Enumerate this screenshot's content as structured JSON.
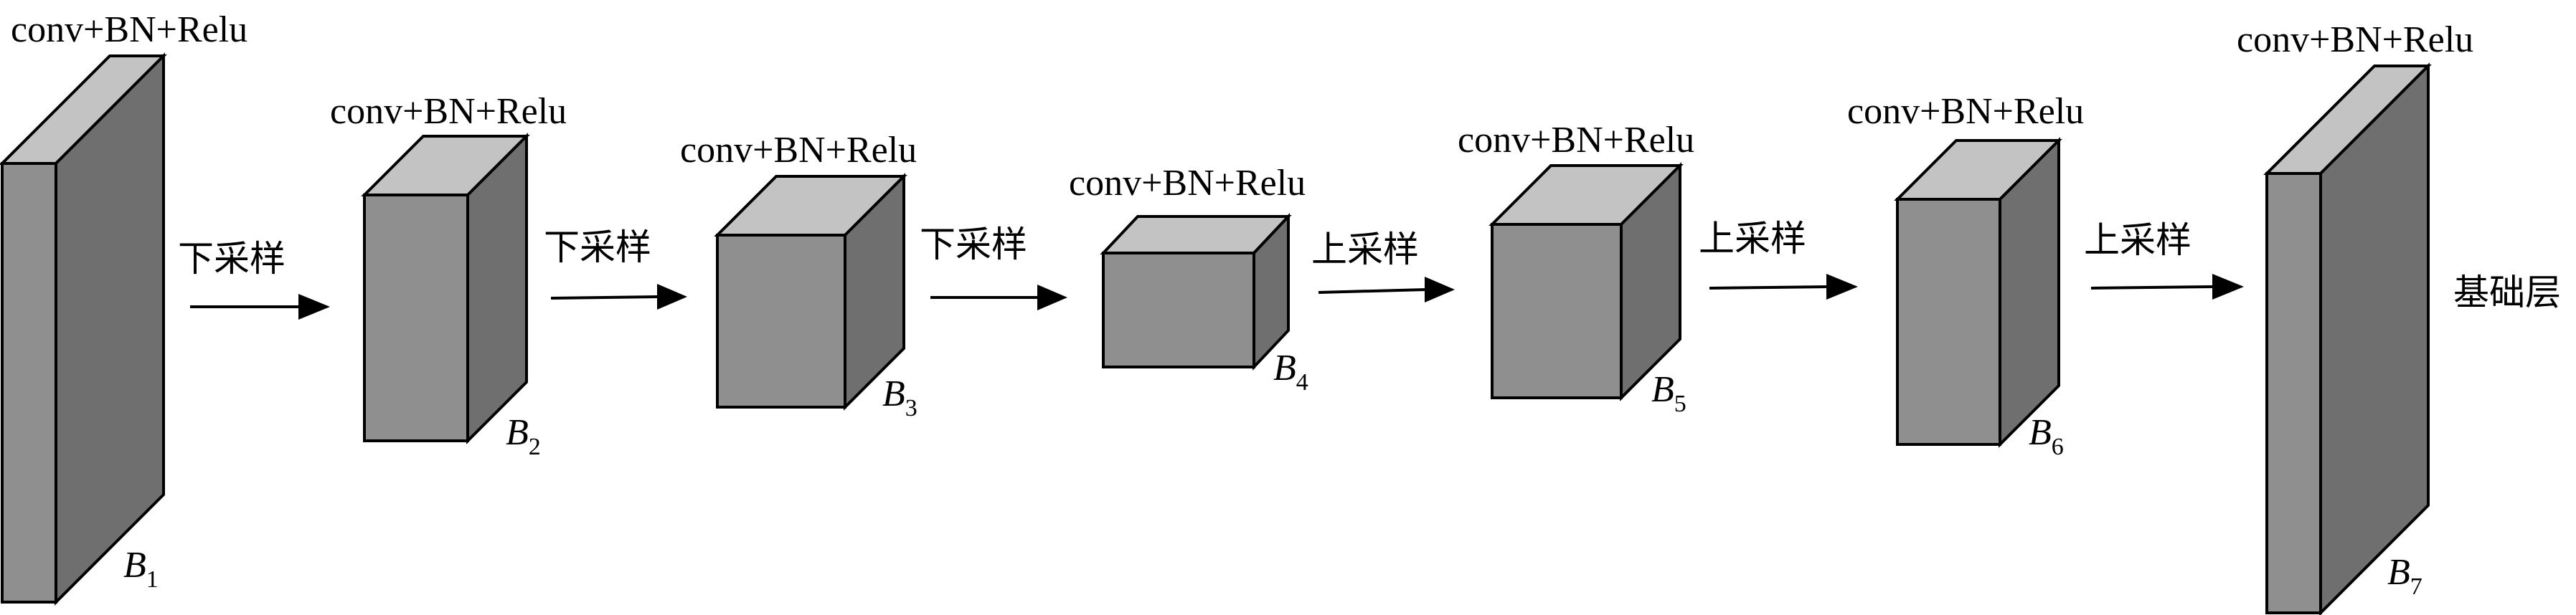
{
  "blocks": [
    {
      "label": "conv+BN+Relu",
      "name": "B",
      "sub": "1"
    },
    {
      "label": "conv+BN+Relu",
      "name": "B",
      "sub": "2"
    },
    {
      "label": "conv+BN+Relu",
      "name": "B",
      "sub": "3"
    },
    {
      "label": "conv+BN+Relu",
      "name": "B",
      "sub": "4"
    },
    {
      "label": "conv+BN+Relu",
      "name": "B",
      "sub": "5"
    },
    {
      "label": "conv+BN+Relu",
      "name": "B",
      "sub": "6"
    },
    {
      "label": "conv+BN+Relu",
      "name": "B",
      "sub": "7"
    }
  ],
  "operations": [
    "下采样",
    "下采样",
    "下采样",
    "上采样",
    "上采样",
    "上采样"
  ],
  "output_label": "基础层",
  "colors": {
    "front": "#8f8f8f",
    "top": "#c3c3c3",
    "side": "#6f6f6f",
    "stroke": "#000000"
  }
}
